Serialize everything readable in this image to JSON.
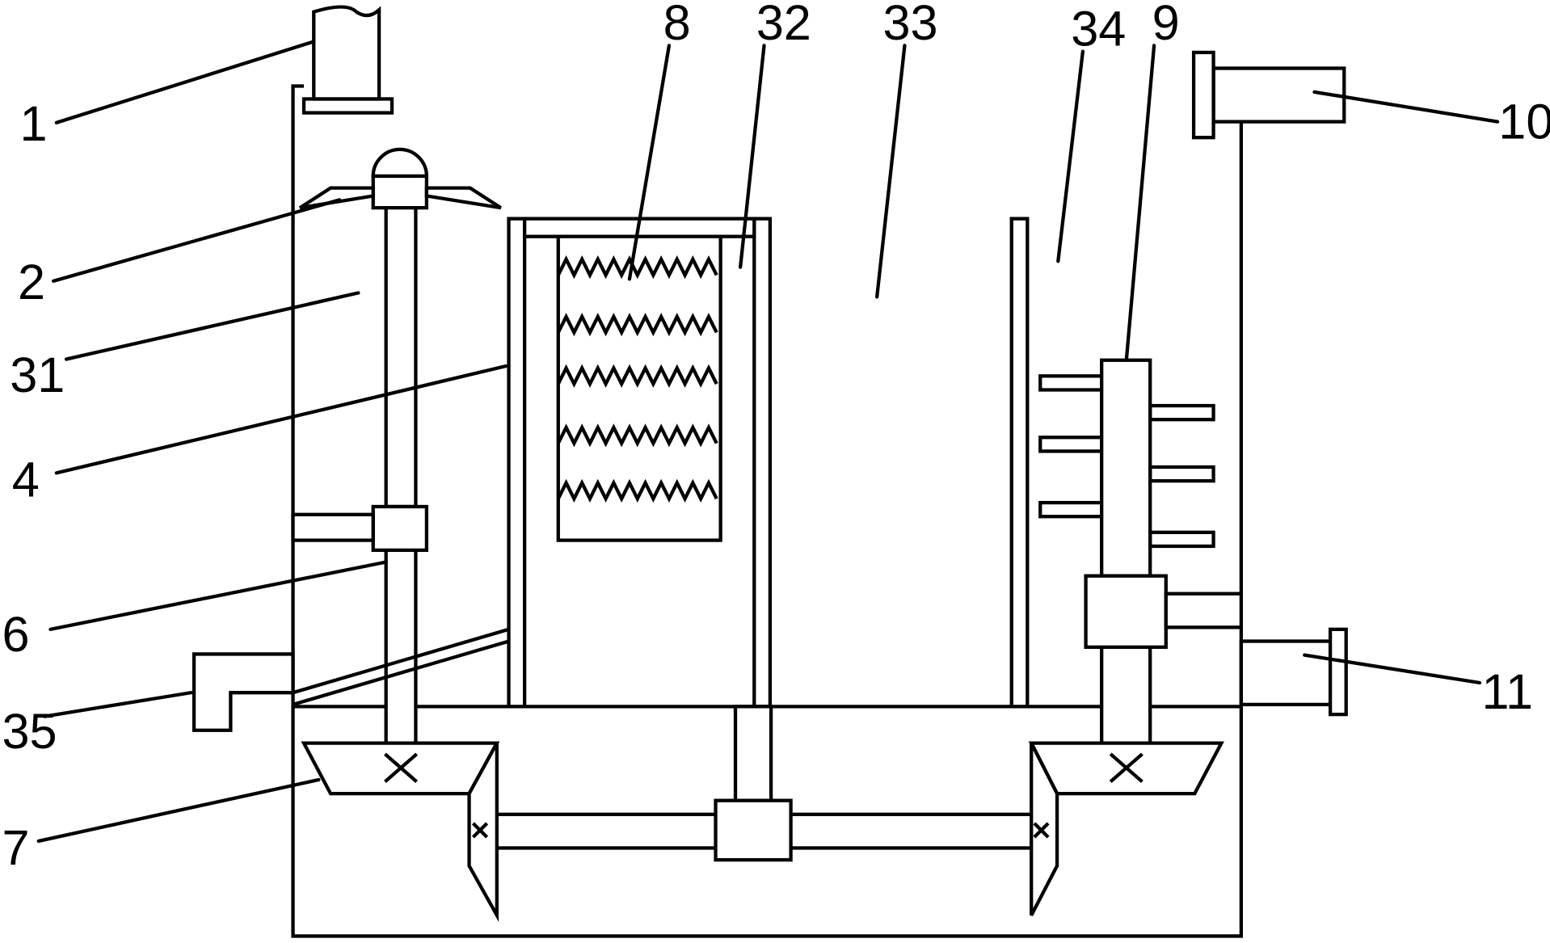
{
  "labels": {
    "l1": "1",
    "l2": "2",
    "l31": "31",
    "l4": "4",
    "l6": "6",
    "l35": "35",
    "l7": "7",
    "l8": "8",
    "l32": "32",
    "l33": "33",
    "l34": "34",
    "l9": "9",
    "l10": "10",
    "l11": "11"
  }
}
